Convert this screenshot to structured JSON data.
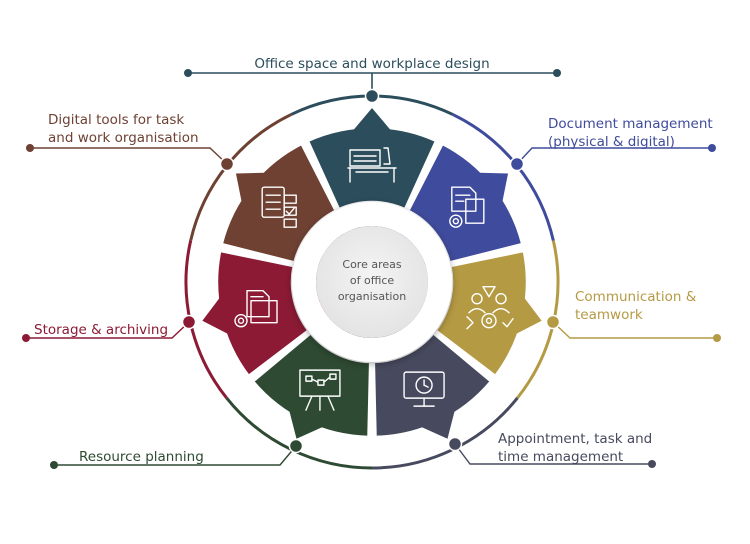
{
  "center": {
    "lines": [
      "Core areas",
      "of office",
      "organisation"
    ]
  },
  "segments": [
    {
      "id": "office-space",
      "lines": [
        "Office space and workplace design"
      ],
      "color": "#2c4d5c",
      "icon": "desk-workstation-icon"
    },
    {
      "id": "document-management",
      "lines": [
        "Document management",
        "(physical & digital)"
      ],
      "color": "#3f4b9c",
      "icon": "documents-gear-icon"
    },
    {
      "id": "communication",
      "lines": [
        "Communication &",
        "teamwork"
      ],
      "color": "#b59a44",
      "icon": "team-gear-icon"
    },
    {
      "id": "appointment",
      "lines": [
        "Appointment, task and",
        "time management"
      ],
      "color": "#474a5e",
      "icon": "monitor-clock-icon"
    },
    {
      "id": "resource-planning",
      "lines": [
        "Resource planning"
      ],
      "color": "#2e4a32",
      "icon": "flipchart-icon"
    },
    {
      "id": "storage",
      "lines": [
        "Storage & archiving"
      ],
      "color": "#8c1a35",
      "icon": "folder-gear-icon"
    },
    {
      "id": "digital-tools",
      "lines": [
        "Digital tools for task",
        "and work organisation"
      ],
      "color": "#6e4133",
      "icon": "checklist-icon"
    }
  ]
}
